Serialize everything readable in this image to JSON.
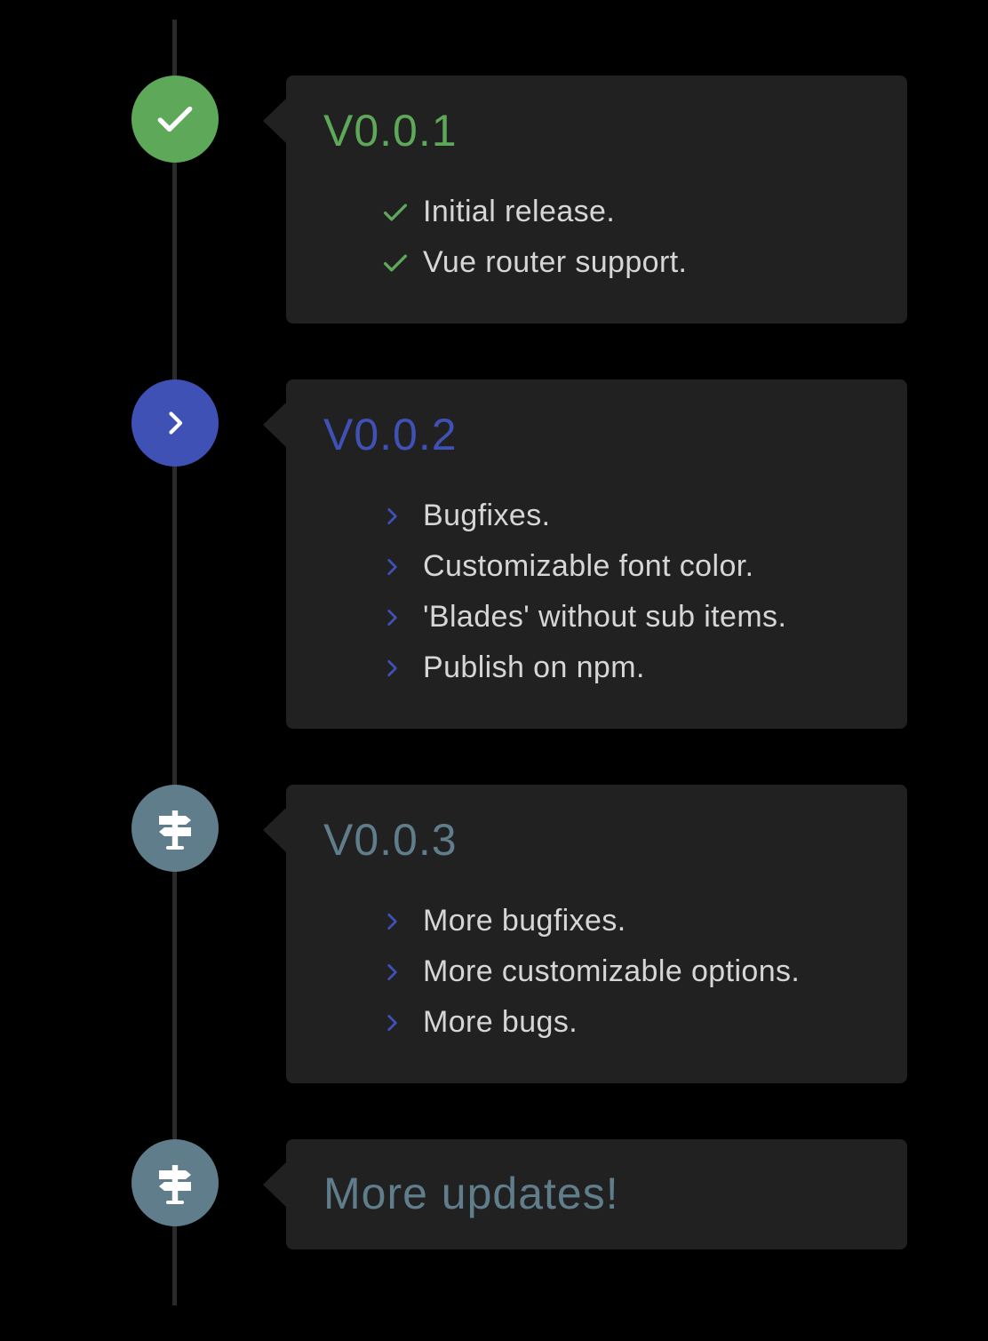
{
  "colors": {
    "background": "#000000",
    "line": "#2a2a2a",
    "card": "#212121",
    "green": "#5ea85a",
    "blue": "#3f51b5",
    "slate": "#607d8b",
    "text": "#d6d6d6"
  },
  "timeline": [
    {
      "title": "V0.0.1",
      "dot_icon": "check-icon",
      "accent": "#5ea85a",
      "item_icon": "check-icon",
      "items": [
        "Initial release.",
        "Vue router support."
      ]
    },
    {
      "title": "V0.0.2",
      "dot_icon": "chevron-right-icon",
      "accent": "#3f51b5",
      "item_icon": "chevron-right-icon",
      "items": [
        "Bugfixes.",
        "Customizable font color.",
        "'Blades' without sub items.",
        "Publish on npm."
      ]
    },
    {
      "title": "V0.0.3",
      "dot_icon": "signpost-icon",
      "accent": "#607d8b",
      "item_icon": "chevron-right-icon",
      "items": [
        "More bugfixes.",
        "More customizable options.",
        "More bugs."
      ]
    },
    {
      "title": "More updates!",
      "dot_icon": "signpost-icon",
      "accent": "#607d8b",
      "items": []
    }
  ]
}
